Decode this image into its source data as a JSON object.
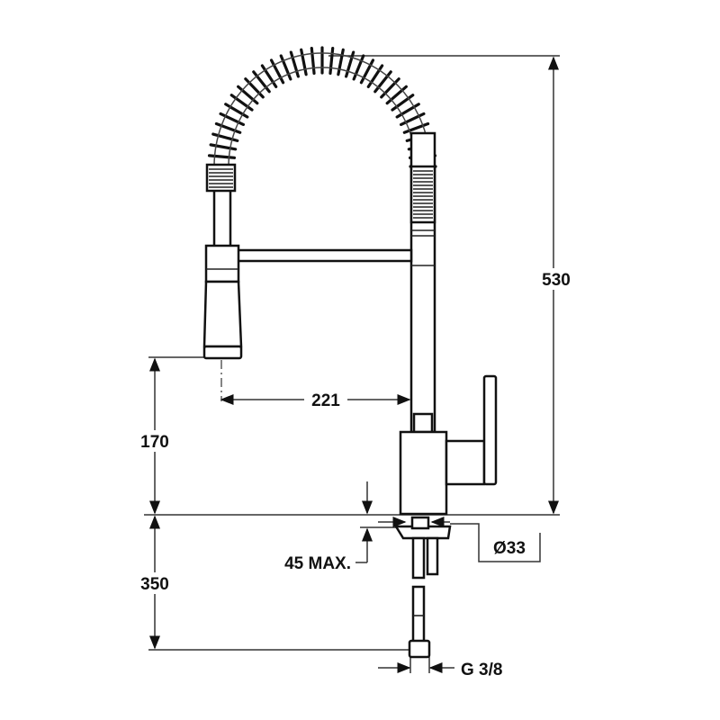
{
  "title": "Pull-down spring kitchen faucet dimension drawing",
  "dimensions": {
    "total_height": "530",
    "outlet_height": "170",
    "hose_length": "350",
    "reach": "221",
    "deck_thickness": "45 MAX.",
    "hole_diameter": "Ø33",
    "connection": "G 3/8"
  },
  "colors": {
    "line": "#111111",
    "background": "#ffffff"
  }
}
